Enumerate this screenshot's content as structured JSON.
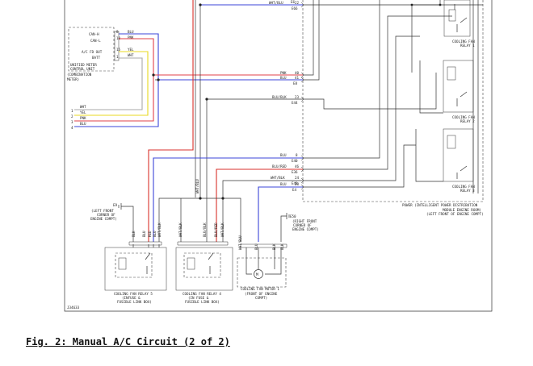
{
  "caption": "Fig. 2: Manual A/C Circuit (2 of 2)",
  "diagram_code": "J34633",
  "meter": {
    "title_1": "UNIFIED METER",
    "title_2": "CONTROL UNIT",
    "title_3": "(COMBINATION",
    "title_4": "METER)",
    "pin_labels": [
      "CAN-H",
      "CAN-L",
      "A/C FD OUT",
      "BATT"
    ],
    "pin_numbers": [
      "8",
      "10",
      "15",
      "1"
    ],
    "wire_colors": [
      "BLU",
      "PNK",
      "YEL",
      "WHT"
    ],
    "bus_wire_colors": [
      "WHT",
      "YEL",
      "PNK",
      "BLU"
    ],
    "bus_numbers": [
      "1",
      "2",
      "3",
      "4"
    ]
  },
  "ipdm": {
    "label_1": "POWER (INTELLIGENT POWER DISTRIBUTION",
    "label_2": "MODULE ENGINE ROOM)",
    "label_3": "(LEFT FRONT OF ENGINE COMPT)",
    "connector_top": "E6",
    "pins": [
      {
        "wire": "WHT/BLU",
        "pin": "22",
        "conn": "E66"
      },
      {
        "wire": "PNK",
        "pin": "40",
        "conn": ""
      },
      {
        "wire": "BLU",
        "pin": "41",
        "conn": "E8"
      },
      {
        "wire": "BLU/BLK",
        "pin": "23",
        "conn": "E44"
      },
      {
        "wire": "BLU",
        "pin": "8",
        "conn": "E40"
      },
      {
        "wire": "BLU/RED",
        "pin": "46",
        "conn": "E36"
      },
      {
        "wire": "WHT/BLK",
        "pin": "24",
        "conn": "E48"
      },
      {
        "wire": "BLU",
        "pin": "28",
        "conn": "E4"
      }
    ]
  },
  "relays": {
    "r1_1": "COOLING FAN",
    "r1_2": "RELAY 1",
    "r2_1": "COOLING FAN",
    "r2_2": "RELAY 2",
    "r3_1": "COOLING FAN",
    "r3_2": "RELAY 3"
  },
  "ground_left": {
    "id": "E9",
    "l1": "(LEFT FRONT",
    "l2": "CORNER OF",
    "l3": "ENGINE COMPT)",
    "wire": "BLK"
  },
  "ground_right": {
    "id": "E50",
    "l1": "(RIGHT FRONT",
    "l2": "CORNER OF",
    "l3": "ENGINE COMPT)"
  },
  "relay5": {
    "l1": "COOLING FAN RELAY 5",
    "l2": "(INFUSE &",
    "l3": "FUSIBLE LINK BOX)",
    "wires": [
      "BLK",
      "BLU",
      "RED",
      "BLU",
      "WHT/BLK"
    ]
  },
  "relay4": {
    "l1": "COOLING FAN RELAY 4",
    "l2": "(IN FUSE &",
    "l3": "FUSIBLE LINK BOX)",
    "wires": [
      "WHT/BLK",
      "BLU/BLK",
      "BLU/RED",
      "WHT/BLK"
    ]
  },
  "motor1": {
    "l1": "COOLING FAN MOTOR 1",
    "l2": "(FRONT OF ENGINE",
    "l3": "COMPT)",
    "symbol": "M",
    "wires": [
      "WHT/BLU",
      "BLU",
      "BLK",
      "BLK"
    ]
  },
  "colors": {
    "blue": "#3b45d8",
    "pink": "#e0404a",
    "red": "#d8322c",
    "yellow": "#e8d820",
    "white_wire": "#a8a8a8",
    "black": "#222222"
  }
}
